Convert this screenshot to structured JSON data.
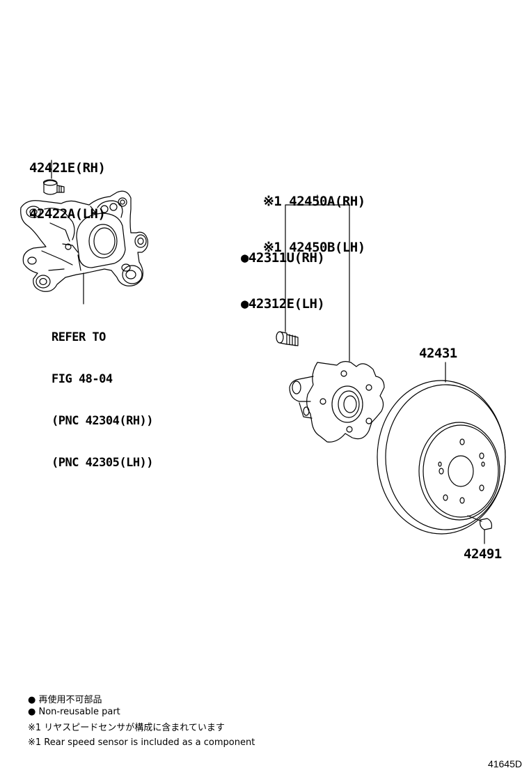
{
  "parts": {
    "knuckle": {
      "line1": "42421E(RH)",
      "line2": "42422A(LH)"
    },
    "refer": {
      "line1": "REFER TO",
      "line2": "FIG 48-04",
      "line3": "(PNC 42304(RH))",
      "line4": "(PNC 42305(LH))"
    },
    "hub": {
      "line1": "※1 42450A(RH)",
      "line2": "※1 42450B(LH)"
    },
    "bolt": {
      "line1": "●42311U(RH)",
      "line2": "●42312E(LH)"
    },
    "disc": {
      "label": "42431"
    },
    "screw": {
      "label": "42491"
    }
  },
  "legend": {
    "nonreusable_jp": "● 再使用不可部品",
    "nonreusable_en": "● Non-reusable part",
    "sensor_jp": "※1 リヤスピードセンサが構成に含まれています",
    "sensor_en": "※1 Rear speed sensor is included as a component"
  },
  "figure_id": "41645D"
}
